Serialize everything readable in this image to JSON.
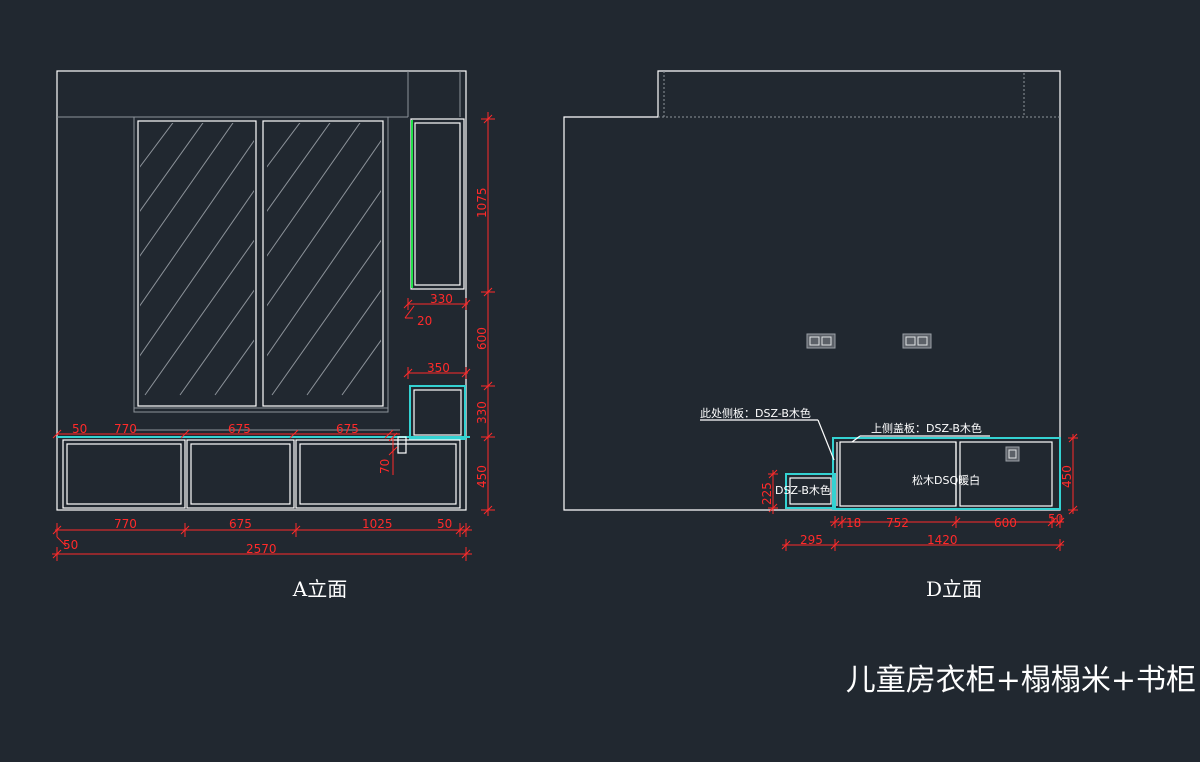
{
  "views": {
    "a": {
      "title": "A立面",
      "top_dims": [
        "50",
        "770",
        "675",
        "675"
      ],
      "bottom_dims": [
        "770",
        "675",
        "1025",
        "50"
      ],
      "dim_50_left": "50",
      "total": "2570",
      "right_dims": [
        "1075",
        "600",
        "330",
        "450"
      ],
      "shelf_dims": [
        "330",
        "20",
        "350",
        "70"
      ]
    },
    "d": {
      "title": "D立面",
      "note_side": "此处侧板：DSZ-B木色",
      "note_top": "上侧盖板：DSZ-B木色",
      "step_label": "DSZ-B木色",
      "cabinet_label": "松木DSQ暖白",
      "left_dim": "225",
      "bottom_dims": [
        "18",
        "752",
        "600",
        "50"
      ],
      "bottom_dims2": [
        "295",
        "1420"
      ],
      "right_dim": "450"
    }
  },
  "drawing_title": "儿童房衣柜+榻榻米+书柜",
  "colors": {
    "background": "#212830",
    "line": "#ffffff",
    "dimension": "#ff2a2a",
    "cyan": "#34d2d2",
    "green": "#22e24a"
  }
}
